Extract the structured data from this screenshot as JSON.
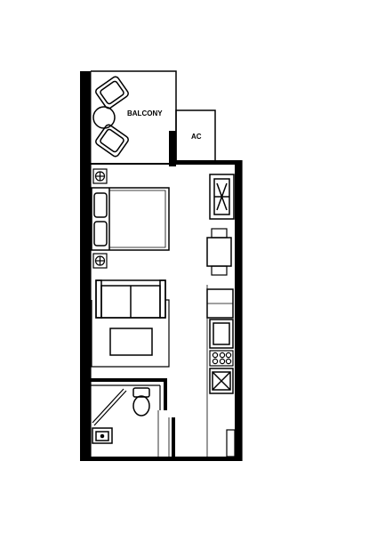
{
  "floor_plan": {
    "labels": {
      "balcony": "BALCONY",
      "ac": "AC"
    },
    "stroke_color": "#000000",
    "background": "#ffffff",
    "furniture": [
      "balcony-chair",
      "balcony-table",
      "double-bed",
      "nightstand",
      "sofa",
      "coffee-table",
      "wardrobe",
      "dining-table",
      "dining-chair",
      "refrigerator",
      "cabinet",
      "cooktop",
      "kitchen-sink",
      "toilet",
      "bathroom-sink"
    ]
  }
}
